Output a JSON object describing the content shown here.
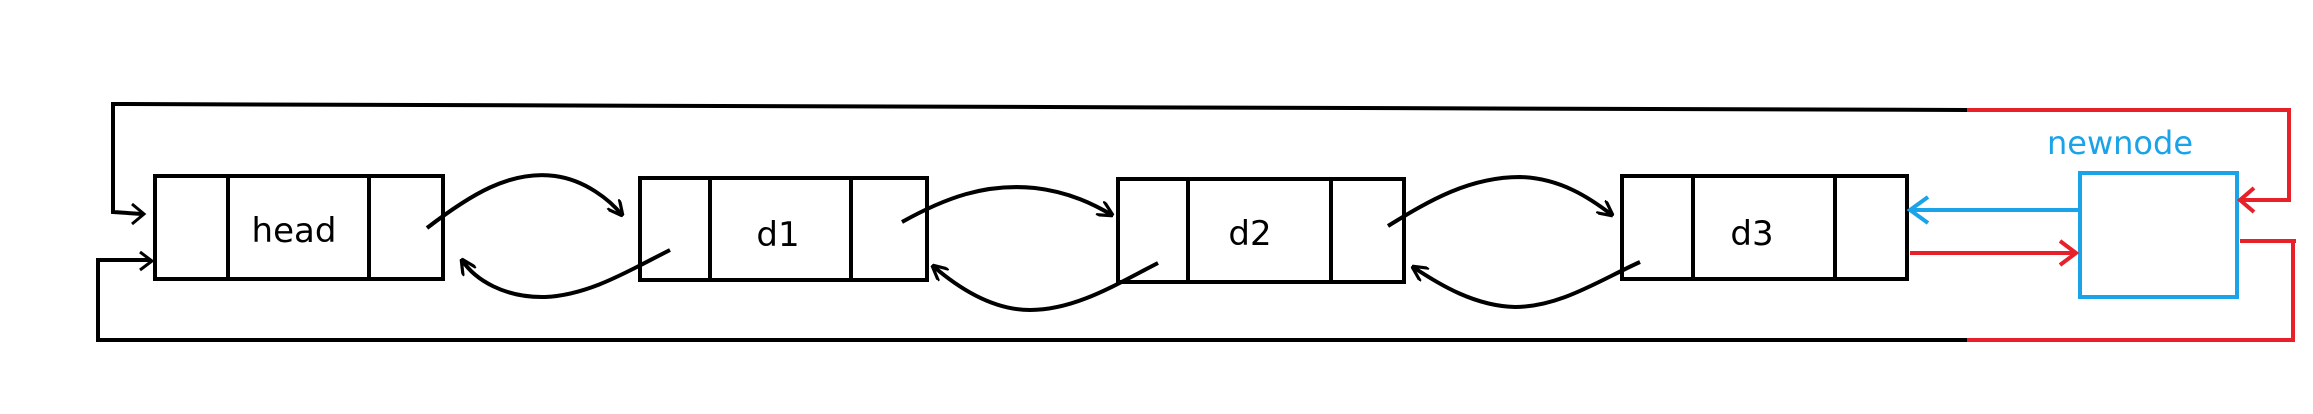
{
  "nodes": [
    {
      "label": "head"
    },
    {
      "label": "d1"
    },
    {
      "label": "d2"
    },
    {
      "label": "d3"
    }
  ],
  "new_node": {
    "label": "newnode",
    "color": "#1aa3e8"
  },
  "colors": {
    "stroke": "#000000",
    "new_links": "#e8202a",
    "new_node": "#1aa3e8"
  }
}
